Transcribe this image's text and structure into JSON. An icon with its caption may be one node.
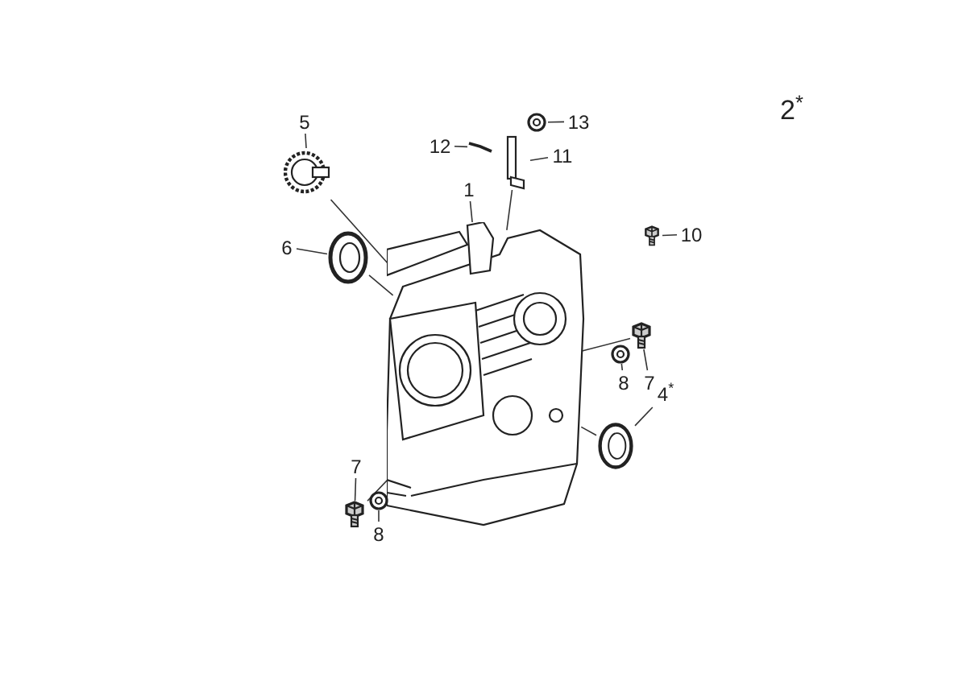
{
  "diagram": {
    "nodes": [
      {
        "text": [
          "1"
        ]
      },
      {
        "text": [],
        "shape": "picture"
      },
      {
        "text": [
          "5"
        ]
      },
      {
        "text": [],
        "shape": "picture"
      },
      {
        "text": [
          "6"
        ]
      },
      {
        "text": [],
        "shape": "picture"
      },
      {
        "text": [
          "13"
        ]
      },
      {
        "text": [],
        "shape": "picture"
      },
      {
        "text": [
          "12"
        ]
      },
      {
        "text": [],
        "shape": "picture"
      },
      {
        "text": [
          "11"
        ]
      },
      {
        "text": [],
        "shape": "picture"
      },
      {
        "text": [
          "10"
        ]
      },
      {
        "text": [],
        "shape": "bolt"
      },
      {
        "text": [
          "8"
        ]
      },
      {
        "text": [],
        "shape": "picture"
      },
      {
        "text": [
          "7"
        ]
      },
      {
        "text": [],
        "shape": "bolt"
      },
      {
        "text": [
          "4$^{*}$"
        ]
      },
      {
        "text": [],
        "shape": "picture"
      },
      {
        "text": [
          "7"
        ]
      },
      {
        "text": [],
        "shape": "bolt"
      },
      {
        "text": [
          "8"
        ]
      },
      {
        "text": [],
        "shape": "picture"
      }
    ],
    "edges": [
      {
        "from": 0,
        "to": 1,
        "arrow": "none"
      },
      {
        "from": 2,
        "to": 3,
        "arrow": "none"
      },
      {
        "from": 4,
        "to": 5,
        "arrow": "none"
      },
      {
        "from": 6,
        "to": 7,
        "arrow": "none"
      },
      {
        "from": 8,
        "to": 9,
        "arrow": "none"
      },
      {
        "from": 10,
        "to": 11,
        "arrow": "none"
      },
      {
        "from": 12,
        "to": 13,
        "arrow": "none"
      },
      {
        "from": 14,
        "to": 15,
        "arrow": "none"
      },
      {
        "from": 16,
        "to": 17,
        "arrow": "none"
      },
      {
        "from": 18,
        "to": 19,
        "arrow": "none"
      },
      {
        "from": 20,
        "to": 21,
        "arrow": "none"
      },
      {
        "from": 22,
        "to": 23,
        "arrow": "none"
      },
      {
        "from": 3,
        "to": 1,
        "arrow": "none"
      },
      {
        "from": 5,
        "to": 1,
        "arrow": "none"
      },
      {
        "from": 11,
        "to": 1,
        "arrow": "none"
      },
      {
        "from": 19,
        "to": 1,
        "arrow": "none"
      },
      {
        "from": 17,
        "to": 1,
        "arrow": "none"
      },
      {
        "from": 21,
        "to": 1,
        "arrow": "none"
      }
    ],
    "labels": [
      "2$^{*}$"
    ]
  }
}
